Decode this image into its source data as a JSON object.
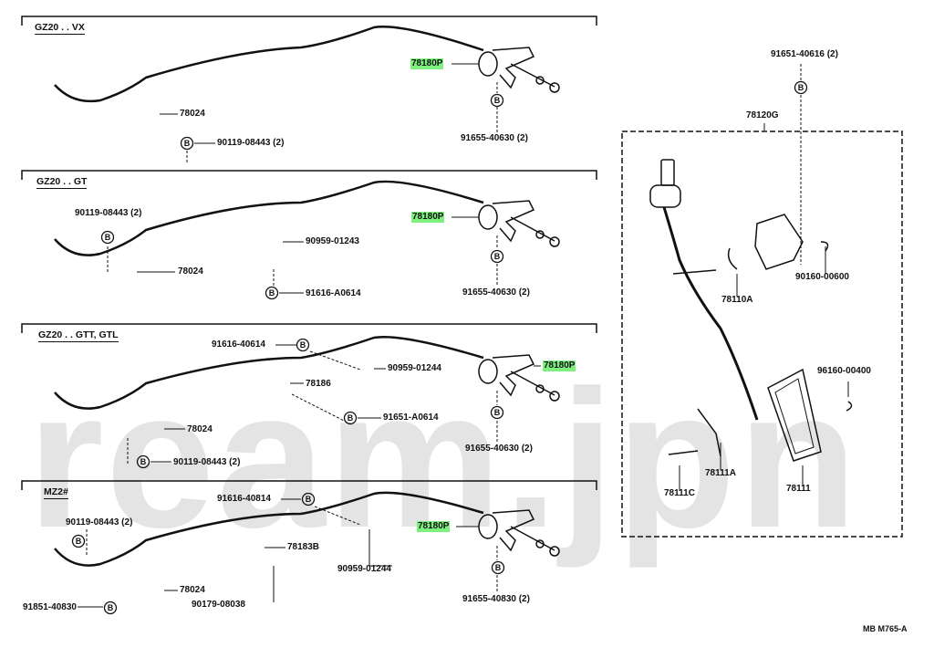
{
  "watermark": "ream.jpn",
  "code": "MB M765-A",
  "highlight_color": "#7ef07e",
  "sections": [
    {
      "title": "GZ20 . . VX",
      "labels": {
        "cable": "78180P",
        "bolt": "91655-40630 (2)",
        "bracket": "78024",
        "bracket_bolt": "90119-08443 (2)"
      }
    },
    {
      "title": "GZ20 . . GT",
      "labels": {
        "cable": "78180P",
        "bolt": "91655-40630 (2)",
        "bracket": "78024",
        "bracket_bolt": "90119-08443 (2)",
        "clamp": "90959-01243",
        "clamp_bolt": "91616-A0614"
      }
    },
    {
      "title": "GZ20 . . GTT, GTL",
      "labels": {
        "cable": "78180P",
        "bolt": "91655-40630 (2)",
        "bracket": "78024",
        "bracket_bolt": "90119-08443 (2)",
        "clamp": "90959-01244",
        "clamp_bolt": "91616-40614",
        "clip": "78186",
        "clip_bolt": "91651-A0614"
      }
    },
    {
      "title": "MZ2#",
      "labels": {
        "cable": "78180P",
        "bolt": "91655-40830 (2)",
        "bracket": "78024",
        "bracket_bolt_top": "90119-08443 (2)",
        "bracket_bolt_bottom": "91851-40830",
        "clamp": "90959-01244",
        "clamp_bolt": "91616-40814",
        "lever": "78183B",
        "nut": "90179-08038"
      }
    }
  ],
  "pedal": {
    "top_bolt": "91651-40616 (2)",
    "assembly": "78120G",
    "clip_upper": "90160-00600",
    "spring": "78110A",
    "clip_lower": "96160-00400",
    "spring_lower": "78111A",
    "pin": "78111C",
    "pad": "78111"
  },
  "bolt_symbol": "B"
}
